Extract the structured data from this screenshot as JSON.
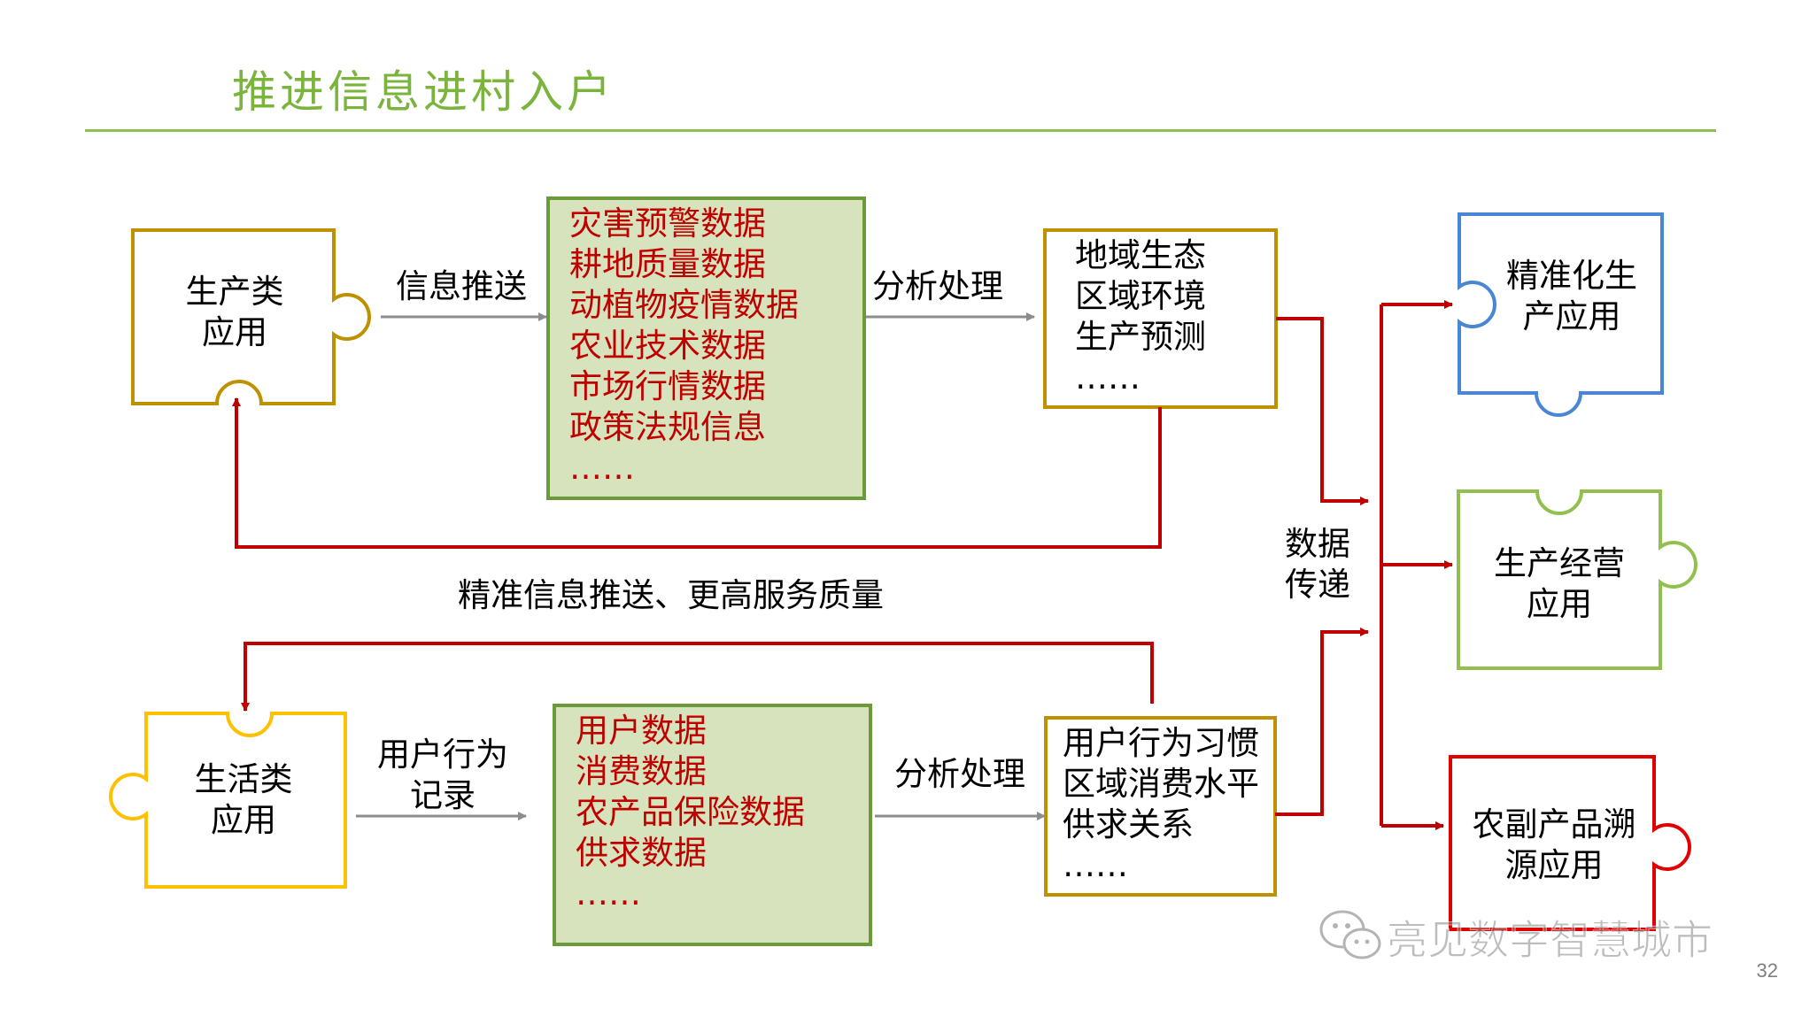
{
  "title": "推进信息进村入户",
  "page_number": "32",
  "watermark": "亮见数字智慧城市",
  "colors": {
    "title_green": "#7ab43c",
    "arrow_red": "#c00000",
    "arrow_gray": "#8c8c8c",
    "box_border_gold": "#bf9000",
    "box_green_fill": "#d6e3bc",
    "box_green_border": "#6a9a3a",
    "piece_blue": "#4a86d4",
    "piece_green": "#92c050",
    "piece_red": "#e00000",
    "piece_yellow": "#ffc000"
  },
  "top_row": {
    "app_piece": [
      "生产类",
      "应用"
    ],
    "push_label": "信息推送",
    "data_box": [
      "灾害预警数据",
      "耕地质量数据",
      "动植物疫情数据",
      "农业技术数据",
      "市场行情数据",
      "政策法规信息",
      "……"
    ],
    "process_label": "分析处理",
    "result_box": [
      "地域生态",
      "区域环境",
      "生产预测",
      "……"
    ],
    "feedback_label": "精准信息推送、更高服务质量"
  },
  "bottom_row": {
    "app_piece": [
      "生活类",
      "应用"
    ],
    "record_label": [
      "用户行为",
      "记录"
    ],
    "data_box": [
      "用户数据",
      "消费数据",
      "农产品保险数据",
      "供求数据",
      "……"
    ],
    "process_label": "分析处理",
    "result_box": [
      "用户行为习惯",
      "区域消费水平",
      "供求关系",
      "……"
    ]
  },
  "transfer_label": [
    "数据",
    "传递"
  ],
  "targets": [
    {
      "lines": [
        "精准化生",
        "产应用"
      ],
      "color": "blue"
    },
    {
      "lines": [
        "生产经营",
        "应用"
      ],
      "color": "green"
    },
    {
      "lines": [
        "农副产品溯",
        "源应用"
      ],
      "color": "red"
    }
  ]
}
